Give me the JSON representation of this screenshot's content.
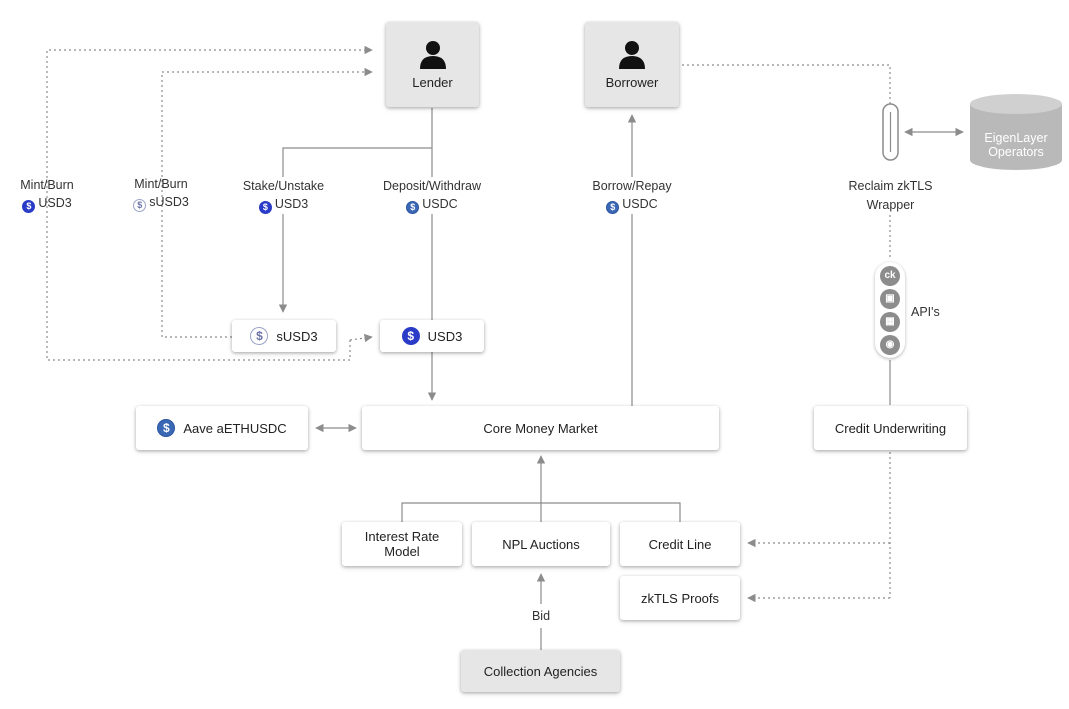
{
  "actors": {
    "lender": {
      "label": "Lender",
      "icon": "person-icon"
    },
    "borrower": {
      "label": "Borrower",
      "icon": "person-icon"
    }
  },
  "edge_labels": {
    "mint_burn_usd3": {
      "line1": "Mint/Burn",
      "line2": "USD3",
      "coin": "usd3-coin-icon"
    },
    "mint_burn_susd3": {
      "line1": "Mint/Burn",
      "line2": "sUSD3",
      "coin": "susd3-coin-icon"
    },
    "stake_unstake": {
      "line1": "Stake/Unstake",
      "line2": "USD3",
      "coin": "usd3-coin-icon"
    },
    "deposit_withdraw": {
      "line1": "Deposit/Withdraw",
      "line2": "USDC",
      "coin": "usdc-coin-icon"
    },
    "borrow_repay": {
      "line1": "Borrow/Repay",
      "line2": "USDC",
      "coin": "usdc-coin-icon"
    },
    "reclaim": {
      "line1": "Reclaim zkTLS",
      "line2": "Wrapper"
    },
    "apis": "API's",
    "bid": "Bid"
  },
  "nodes": {
    "susd3": "sUSD3",
    "usd3": "USD3",
    "aave": "Aave aETHUSDC",
    "core_money_market": "Core Money Market",
    "credit_underwriting": "Credit Underwriting",
    "interest_rate_model": {
      "line1": "Interest Rate",
      "line2": "Model"
    },
    "npl_auctions": "NPL Auctions",
    "credit_line": "Credit Line",
    "zktls_proofs": "zkTLS Proofs",
    "collection_agencies": "Collection Agencies",
    "eigenlayer": {
      "line1": "EigenLayer",
      "line2": "Operators"
    }
  },
  "api_icons": [
    {
      "icon": "ck-api-icon",
      "glyph": "ck"
    },
    {
      "icon": "square-api-icon",
      "glyph": "▣"
    },
    {
      "icon": "grid-api-icon",
      "glyph": "▦"
    },
    {
      "icon": "circle-api-icon",
      "glyph": "◉"
    }
  ],
  "colors": {
    "line": "#8c8c8c",
    "actor_fill": "#e6e6e6",
    "usd3": "#2a3cc7",
    "usdc": "#3a68b5",
    "cylinder": "#b9b9b9"
  }
}
